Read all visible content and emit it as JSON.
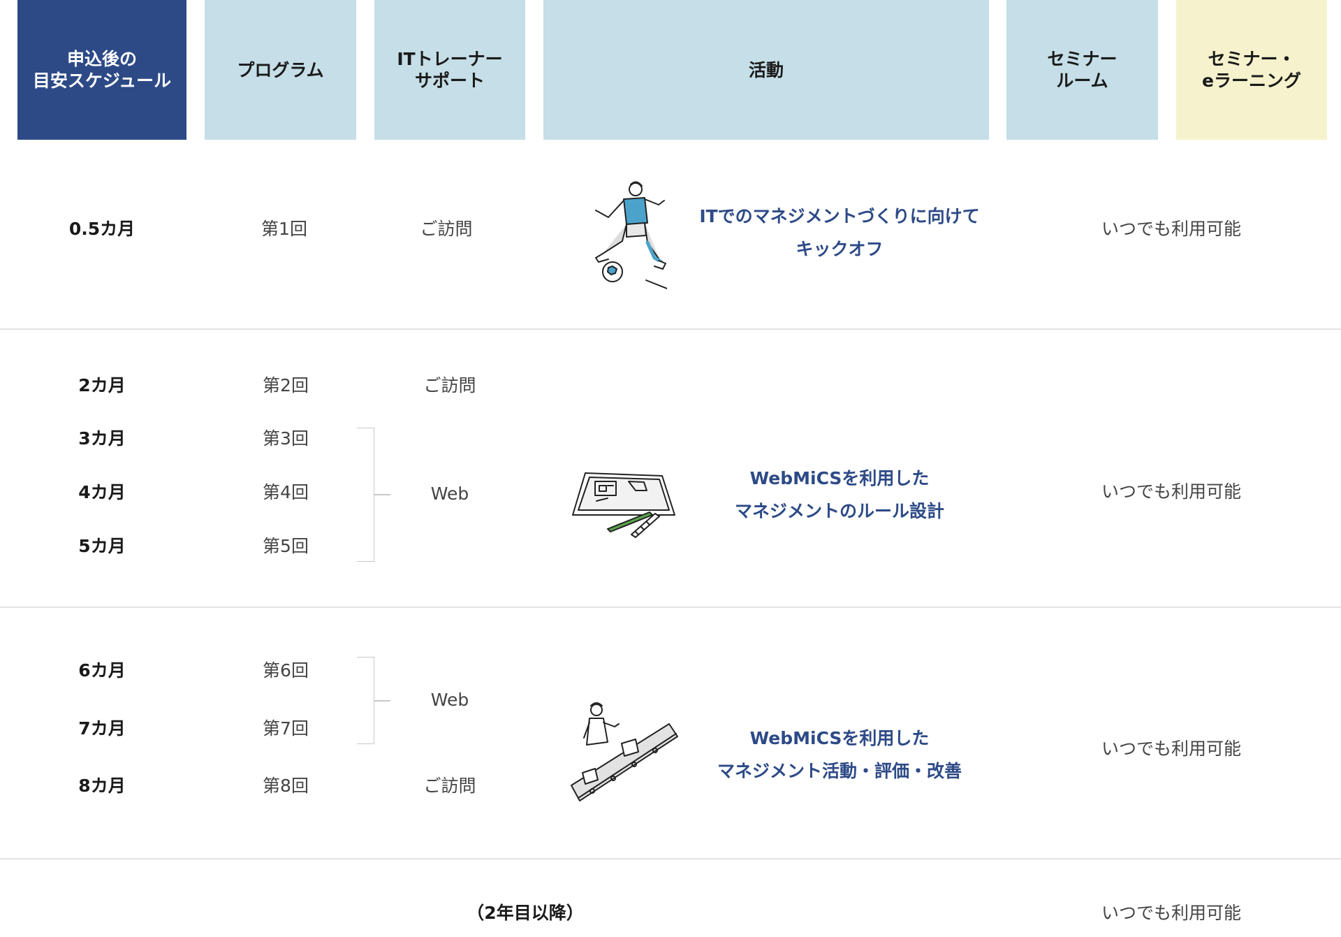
{
  "headers": {
    "schedule": "申込後の\n目安スケジュール",
    "program": "プログラム",
    "trainer": "ITトレーナー\nサポート",
    "activity": "活動",
    "seminar": "セミナー\nルーム",
    "elearning": "セミナー・\neラーニング"
  },
  "colors": {
    "header_dark": "#2d4a87",
    "header_light": "#c5dee7",
    "header_cream": "#f6f2cd",
    "activity_text": "#2d4a87"
  },
  "section1": {
    "month": "0.5カ月",
    "program": "第1回",
    "support": "ご訪問",
    "activity": "ITでのマネジメントづくりに向けて\nキックオフ",
    "illustration": "soccer-player-icon",
    "availability": "いつでも利用可能"
  },
  "section2": {
    "rows": [
      {
        "month": "2カ月",
        "program": "第2回"
      },
      {
        "month": "3カ月",
        "program": "第3回"
      },
      {
        "month": "4カ月",
        "program": "第4回"
      },
      {
        "month": "5カ月",
        "program": "第5回"
      }
    ],
    "support_visit": "ご訪問",
    "support_web": "Web",
    "activity": "WebMiCSを利用した\nマネジメントのルール設計",
    "illustration": "blueprint-desk-icon",
    "availability": "いつでも利用可能"
  },
  "section3": {
    "rows": [
      {
        "month": "6カ月",
        "program": "第6回"
      },
      {
        "month": "7カ月",
        "program": "第7回"
      },
      {
        "month": "8カ月",
        "program": "第8回"
      }
    ],
    "support_web": "Web",
    "support_visit": "ご訪問",
    "activity": "WebMiCSを利用した\nマネジメント活動・評価・改善",
    "illustration": "conveyor-belt-icon",
    "availability": "いつでも利用可能"
  },
  "section4": {
    "note": "（2年目以降）",
    "availability": "いつでも利用可能"
  }
}
